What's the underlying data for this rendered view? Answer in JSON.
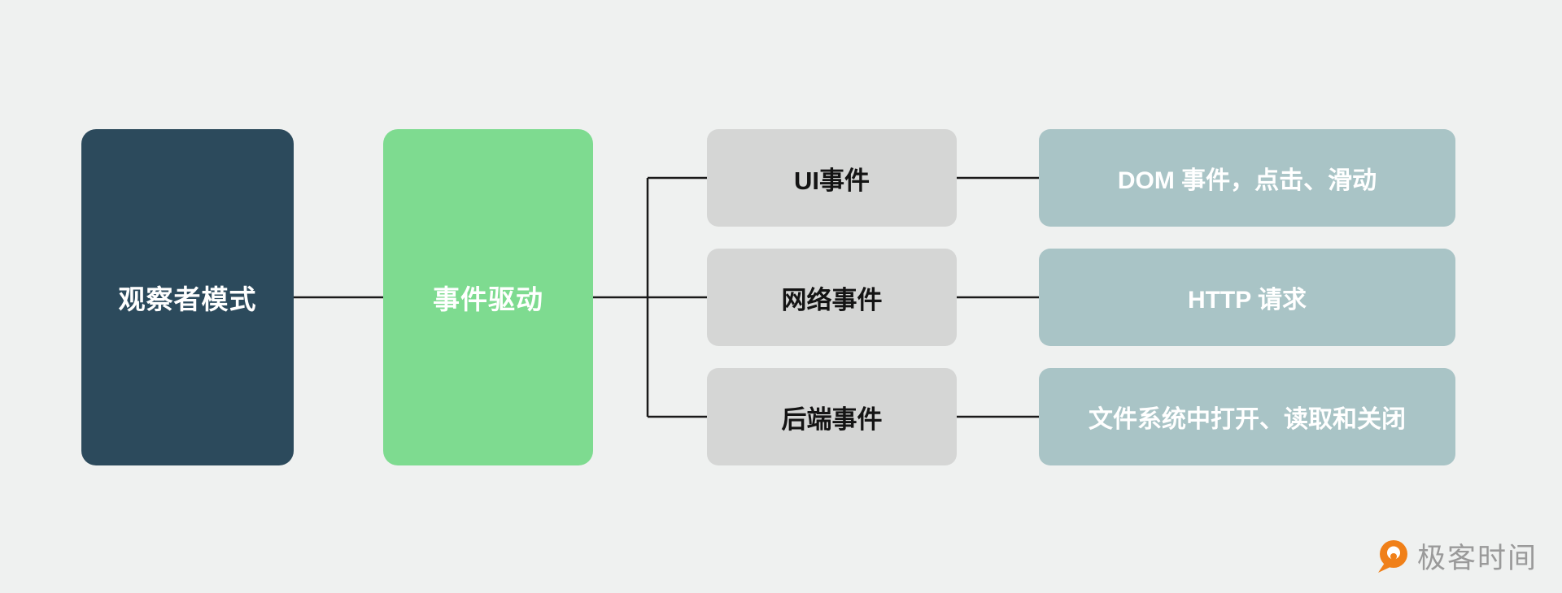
{
  "diagram": {
    "root": {
      "label": "观察者模式"
    },
    "hub": {
      "label": "事件驱动"
    },
    "branches": [
      {
        "label": "UI事件",
        "detail": "DOM 事件，点击、滑动"
      },
      {
        "label": "网络事件",
        "detail": "HTTP 请求"
      },
      {
        "label": "后端事件",
        "detail": "文件系统中打开、读取和关闭"
      }
    ]
  },
  "footer": {
    "brand": "极客时间"
  },
  "colors": {
    "bg": "#eff1f0",
    "dark_node": "#2c4a5c",
    "green_node": "#7edb90",
    "gray_node": "#d5d6d5",
    "teal_node": "#a9c4c6",
    "line": "#1a1a1a",
    "brand_orange": "#f08019",
    "brand_text": "#9a9a9a"
  }
}
